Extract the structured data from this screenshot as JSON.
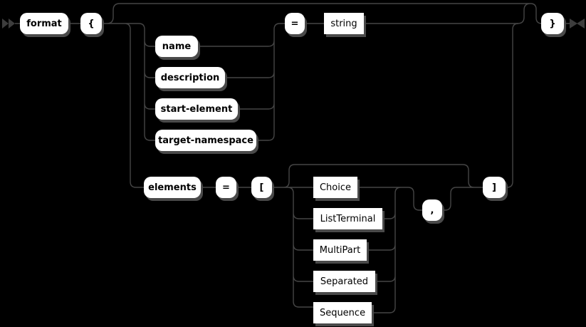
{
  "diagram": {
    "kind": "railroad-syntax-diagram",
    "rule_name": "format",
    "start_marker": "double-right-arrow",
    "end_marker": "bowtie-arrow",
    "colors": {
      "background": "#000000",
      "track_line": "#454545",
      "box_fill": "#ffffff",
      "box_text": "#000000",
      "box_shadow": "#4a4a4a",
      "marker": "#3d3d3d"
    }
  },
  "nodes": {
    "format": {
      "label": "format",
      "kind": "terminal"
    },
    "open_brace": {
      "label": "{",
      "kind": "terminal"
    },
    "name": {
      "label": "name",
      "kind": "terminal"
    },
    "description": {
      "label": "description",
      "kind": "terminal"
    },
    "start_element": {
      "label": "start-element",
      "kind": "terminal"
    },
    "target_namespace": {
      "label": "target-namespace",
      "kind": "terminal"
    },
    "equals_attr": {
      "label": "=",
      "kind": "terminal"
    },
    "string": {
      "label": "string",
      "kind": "nonterminal"
    },
    "elements": {
      "label": "elements",
      "kind": "terminal"
    },
    "equals_elements": {
      "label": "=",
      "kind": "terminal"
    },
    "open_bracket": {
      "label": "[",
      "kind": "terminal"
    },
    "choice": {
      "label": "Choice",
      "kind": "nonterminal"
    },
    "list_terminal": {
      "label": "ListTerminal",
      "kind": "nonterminal"
    },
    "multi_part": {
      "label": "MultiPart",
      "kind": "nonterminal"
    },
    "separated": {
      "label": "Separated",
      "kind": "nonterminal"
    },
    "sequence": {
      "label": "Sequence",
      "kind": "nonterminal"
    },
    "comma": {
      "label": ",",
      "kind": "terminal"
    },
    "close_bracket": {
      "label": "]",
      "kind": "terminal"
    },
    "close_brace": {
      "label": "}",
      "kind": "terminal"
    }
  }
}
